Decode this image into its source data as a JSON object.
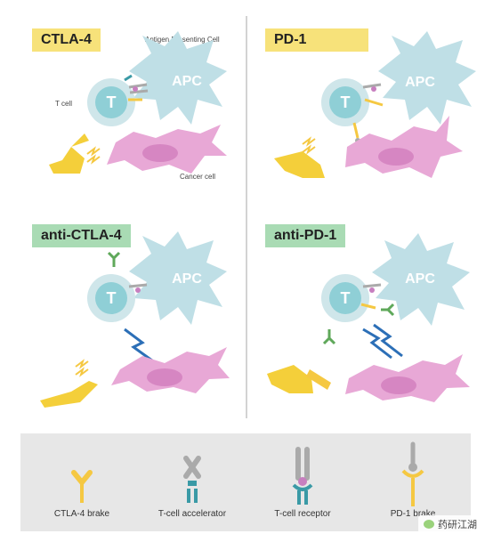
{
  "panels": {
    "ctla4": {
      "title": "CTLA-4",
      "apc_label": "APC",
      "tcell_letter": "T",
      "antigen_label": "Antigen Presenting Cell",
      "tcell_label": "T cell",
      "cancer_label": "Cancer cell"
    },
    "pd1": {
      "title": "PD-1",
      "apc_label": "APC",
      "tcell_letter": "T"
    },
    "anti_ctla4": {
      "title": "anti-CTLA-4",
      "apc_label": "APC",
      "tcell_letter": "T"
    },
    "anti_pd1": {
      "title": "anti-PD-1",
      "apc_label": "APC",
      "tcell_letter": "T"
    }
  },
  "legend": {
    "items": [
      {
        "label": "CTLA-4 brake",
        "icon": "ctla4-brake-icon"
      },
      {
        "label": "T-cell accelerator",
        "icon": "tcell-accelerator-icon"
      },
      {
        "label": "T-cell receptor",
        "icon": "tcell-receptor-icon"
      },
      {
        "label": "PD-1 brake",
        "icon": "pd1-brake-icon"
      }
    ]
  },
  "watermark": {
    "text": "药研江湖"
  },
  "colors": {
    "apc": "#bfdfe6",
    "tcell": "#8fcfd6",
    "tcell_ring": "#cfe6ea",
    "cancer": "#e8a8d6",
    "cancer_nucleus": "#d686c2",
    "brake_yellow": "#f5c842",
    "pedal": "#f4cf3a",
    "lightning": "#2c6fb7",
    "ctla4_title_bg": "#f7e27a",
    "anti_title_bg": "#a9dbb4",
    "receptor_teal": "#3a9aa6",
    "antibody_green": "#5fa85a"
  }
}
